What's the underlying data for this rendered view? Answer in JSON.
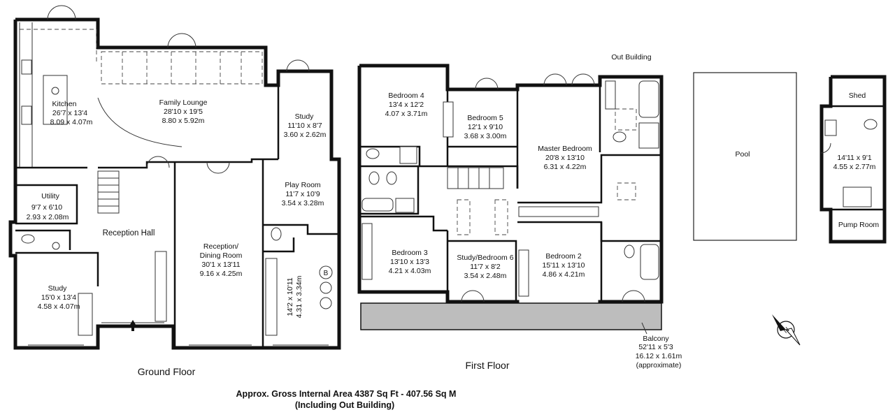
{
  "rooms": {
    "kitchen": {
      "name": "Kitchen",
      "imperial": "26'7 x 13'4",
      "metric": "8.09 x 4.07m"
    },
    "family_lounge": {
      "name": "Family Lounge",
      "imperial": "28'10 x 19'5",
      "metric": "8.80 x 5.92m"
    },
    "study_upper": {
      "name": "Study",
      "imperial": "11'10 x 8'7",
      "metric": "3.60 x 2.62m"
    },
    "utility": {
      "name": "Utility",
      "imperial": "9'7 x 6'10",
      "metric": "2.93 x 2.08m"
    },
    "play_room": {
      "name": "Play Room",
      "imperial": "11'7 x 10'9",
      "metric": "3.54 x 3.28m"
    },
    "reception_hall": {
      "name": "Reception Hall"
    },
    "reception_dining": {
      "name_line1": "Reception/",
      "name_line2": "Dining Room",
      "imperial": "30'1 x 13'11",
      "metric": "9.16 x 4.25m"
    },
    "study_lower": {
      "name": "Study",
      "imperial": "15'0 x 13'4",
      "metric": "4.58 x 4.07m"
    },
    "garage_room": {
      "imperial": "14'2 x 10'11",
      "metric": "4.31 x 3.34m"
    },
    "bedroom4": {
      "name": "Bedroom 4",
      "imperial": "13'4 x 12'2",
      "metric": "4.07 x 3.71m"
    },
    "bedroom5": {
      "name": "Bedroom 5",
      "imperial": "12'1 x 9'10",
      "metric": "3.68 x 3.00m"
    },
    "master": {
      "name": "Master Bedroom",
      "imperial": "20'8 x 13'10",
      "metric": "6.31 x 4.22m"
    },
    "bedroom3": {
      "name": "Bedroom 3",
      "imperial": "13'10 x 13'3",
      "metric": "4.21 x 4.03m"
    },
    "study_bedroom6": {
      "name": "Study/Bedroom 6",
      "imperial": "11'7 x 8'2",
      "metric": "3.54 x 2.48m"
    },
    "bedroom2": {
      "name": "Bedroom 2",
      "imperial": "15'11 x 13'10",
      "metric": "4.86 x 4.21m"
    },
    "balcony": {
      "name": "Balcony",
      "imperial": "52'11 x 5'3",
      "metric": "16.12 x 1.61m",
      "note": "(approximate)"
    },
    "pool": {
      "name": "Pool"
    },
    "shed": {
      "name": "Shed"
    },
    "outbuilding_room": {
      "imperial": "14'11 x 9'1",
      "metric": "4.55 x 2.77m"
    },
    "pump_room": {
      "name": "Pump Room"
    }
  },
  "labels": {
    "ground_floor": "Ground Floor",
    "first_floor": "First Floor",
    "out_building": "Out Building",
    "boiler": "B",
    "compass": "N",
    "area_line1": "Approx. Gross Internal Area  4387 Sq Ft  -  407.56 Sq M",
    "area_line2": "(Including Out Building)"
  }
}
